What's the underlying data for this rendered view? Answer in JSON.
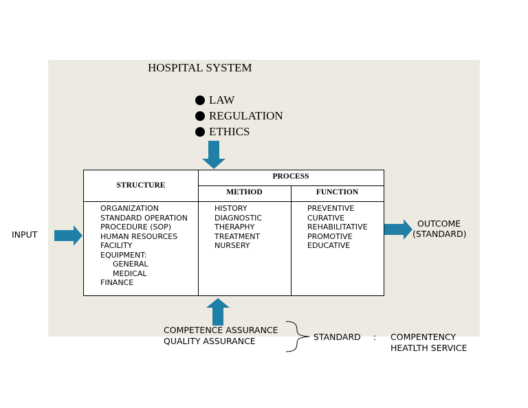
{
  "title": "HOSPITAL SYSTEM",
  "bullets": [
    "LAW",
    "REGULATION",
    "ETHICS"
  ],
  "table": {
    "structure_header": "STRUCTURE",
    "process_header": "PROCESS",
    "method_header": "METHOD",
    "function_header": "FUNCTION",
    "structure_items": [
      "ORGANIZATION",
      "STANDARD OPERATION",
      "PROCEDURE (SOP)",
      "HUMAN RESOURCES",
      "FACILITY",
      "EQUIPMENT:",
      "GENERAL",
      "MEDICAL",
      "FINANCE"
    ],
    "method_items": [
      "HISTORY",
      "DIAGNOSTIC",
      "THERAPHY",
      "TREATMENT",
      "NURSERY"
    ],
    "function_items": [
      "PREVENTIVE",
      "CURATIVE",
      "REHABILITATIVE",
      "PROMOTIVE",
      "EDUCATIVE"
    ]
  },
  "input_label": "INPUT",
  "outcome_label": "OUTCOME",
  "outcome_sub": "(STANDARD)",
  "assurance": [
    "COMPETENCE ASSURANCE",
    "QUALITY ASSURANCE"
  ],
  "standard_label": "STANDARD",
  "colon": ":",
  "standard_items": [
    "COMPENTENCY",
    "HEATLTH SERVICE"
  ],
  "colors": {
    "panel": "#edebe1",
    "arrow": "#1f7fa6"
  }
}
